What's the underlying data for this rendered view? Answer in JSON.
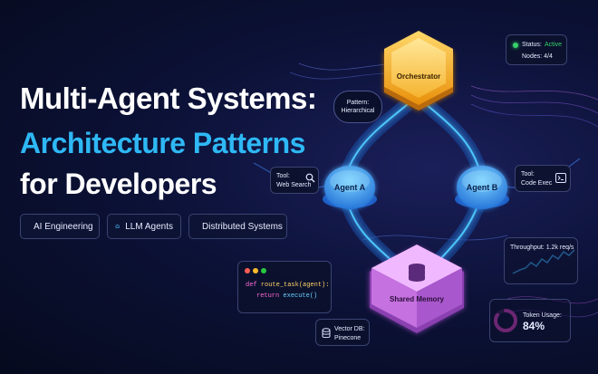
{
  "title": {
    "line1": "Multi-Agent Systems:",
    "line2": "Architecture Patterns",
    "line3": "for Developers"
  },
  "tags": [
    {
      "label": "AI Engineering",
      "icon": "brain-icon"
    },
    {
      "label": "LLM Agents",
      "icon": "robot-icon"
    },
    {
      "label": "Distributed Systems",
      "icon": "network-icon"
    }
  ],
  "nodes": {
    "orchestrator": "Orchestrator",
    "agent_a": "Agent A",
    "agent_b": "Agent B",
    "shared_memory": "Shared Memory"
  },
  "pattern": {
    "line1": "Pattern:",
    "line2": "Hierarchical"
  },
  "tool_a": {
    "line1": "Tool:",
    "line2": "Web Search",
    "icon": "search-icon"
  },
  "tool_b": {
    "line1": "Tool:",
    "line2": "Code Exec",
    "icon": "terminal-icon"
  },
  "status": {
    "label": "Status:",
    "value": "Active",
    "nodes": "Nodes: 4/4",
    "color": "#35d16b"
  },
  "throughput": {
    "label": "Throughput: 1.2k req/s"
  },
  "token_usage": {
    "label": "Token Usage:",
    "value": "84%",
    "percent": 84,
    "color": "#e040c8"
  },
  "code": {
    "line1_kw": "def",
    "line1_fn": "route_task(agent):",
    "line2_kw": "return",
    "line2_fn": "execute()"
  },
  "vector_db": {
    "line1": "Vector DB:",
    "line2": "Pinecone",
    "icon": "database-icon"
  },
  "colors": {
    "accent": "#2eb8f5",
    "orchestrator": "#f4a818",
    "agent": "#2f8ee8",
    "memory": "#d47ae8"
  }
}
